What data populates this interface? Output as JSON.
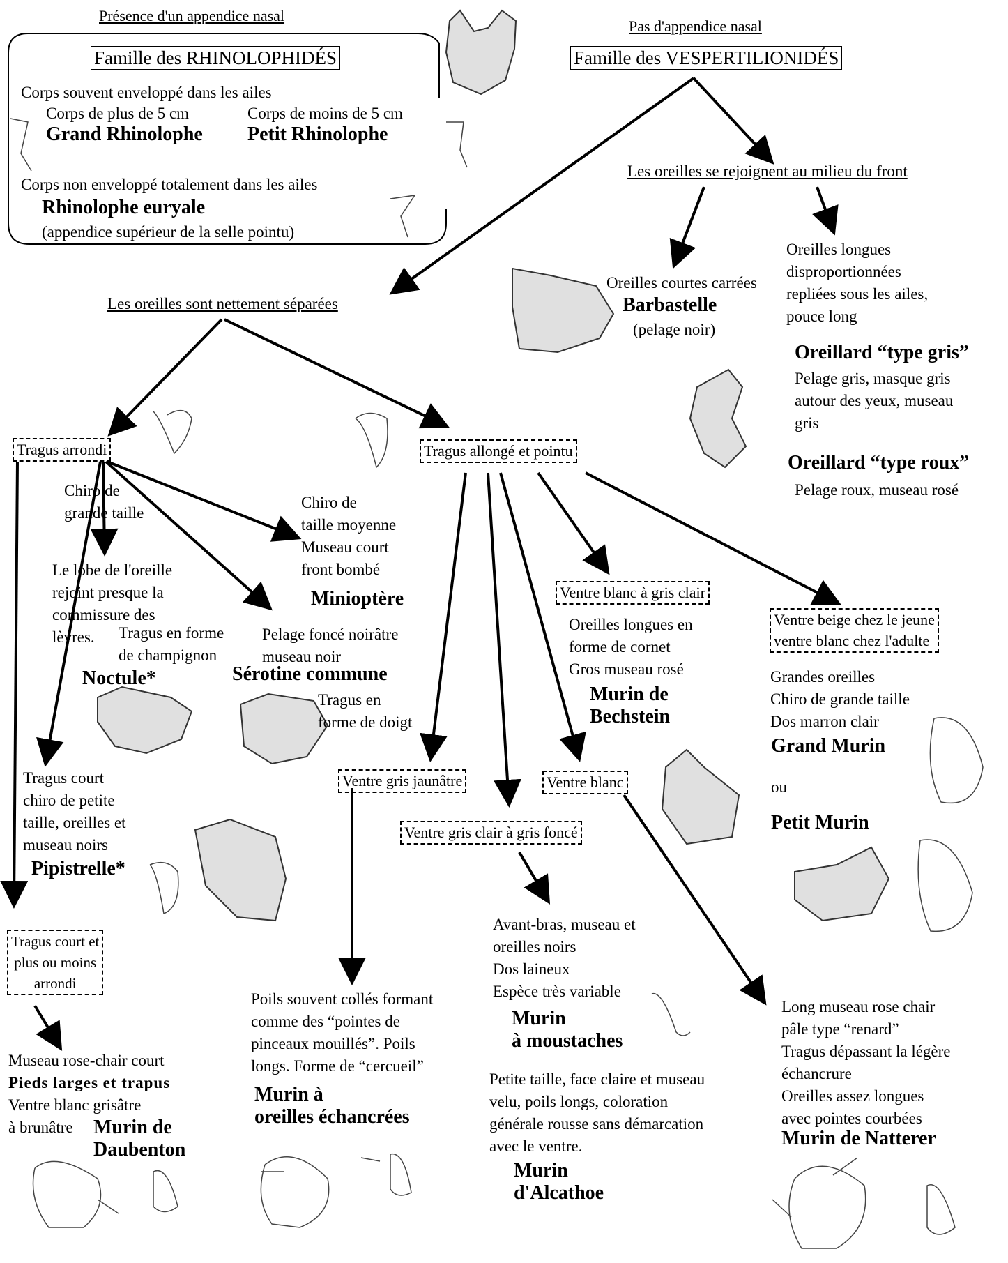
{
  "rhinolophides": {
    "header": "Présence d'un appendice nasal",
    "family": "Famille des RHINOLOPHIDÉS",
    "enveloped": "Corps souvent enveloppé dans les ailes",
    "over5": "Corps de plus de 5 cm",
    "under5": "Corps de moins de 5 cm",
    "grand": "Grand Rhinolophe",
    "petit": "Petit Rhinolophe",
    "not_enveloped": "Corps non enveloppé totalement dans les ailes",
    "euryale": "Rhinolophe euryale",
    "euryale_note": "(appendice supérieur de la selle pointu)"
  },
  "vespertilionides": {
    "header": "Pas d'appendice nasal",
    "family": "Famille des VESPERTILIONIDÉS",
    "joined": "Les oreilles se rejoignent au milieu du front",
    "separated": "Les oreilles sont nettement séparées"
  },
  "joined_branch": {
    "short_ears": "Oreilles courtes carrées",
    "barbastelle": "Barbastelle",
    "barbastelle_note": "(pelage noir)",
    "long_ears": "Oreilles longues\ndisproportionnées\nrepliées sous les ailes,\npouce long",
    "gris": "Oreillard “type gris”",
    "gris_desc": "Pelage gris, masque gris\nautour des yeux, museau\ngris",
    "roux": "Oreillard “type roux”",
    "roux_desc": "Pelage roux, museau rosé"
  },
  "tragus_arrondi": {
    "label": "Tragus arrondi",
    "grande_taille": "Chiro de\ngrande taille",
    "lobe": "Le lobe de l'oreille\nrejoint presque la\ncommissure des\nlèvres.",
    "champignon": "Tragus en forme\nde champignon",
    "noctule": "Noctule*",
    "moyenne": "Chiro de\ntaille moyenne\nMuseau court\nfront bombé",
    "minioptere": "Minioptère",
    "pelage_fonce": "Pelage foncé noirâtre\nmuseau noir",
    "serotine": "Sérotine commune",
    "doigt": "Tragus en\nforme de doigt",
    "court": "Tragus court\nchiro de petite\ntaille, oreilles et\nmuseau noirs",
    "pipistrelle": "Pipistrelle*",
    "court_arrondi": "Tragus court et\nplus ou moins\narrondi",
    "daubenton_desc": "Museau rose-chair court",
    "daubenton_feet": "Pieds larges et trapus",
    "daubenton_belly": "Ventre blanc grisâtre\nà brunâtre",
    "daubenton": "Murin de\nDaubenton"
  },
  "tragus_pointu": {
    "label": "Tragus allongé et pointu",
    "jaunatre": "Ventre gris jaunâtre",
    "gris_clair_fonce": "Ventre gris clair à gris foncé",
    "blanc": "Ventre blanc",
    "blanc_gris": "Ventre blanc à gris clair",
    "beige": "Ventre beige chez le jeune\nventre blanc chez l'adulte",
    "bechstein_desc": "Oreilles longues en\nforme de cornet\nGros museau rosé",
    "bechstein": "Murin de\nBechstein",
    "grand_desc": "Grandes oreilles\nChiro de grande taille\nDos marron clair",
    "grand_murin": "Grand Murin",
    "ou": "ou",
    "petit_murin": "Petit Murin",
    "echancrees_desc": "Poils souvent collés formant\ncomme des “pointes de\npinceaux mouillés”. Poils\nlongs. Forme de “cercueil”",
    "echancrees": "Murin à\noreilles échancrées",
    "moustaches_desc": "Avant-bras, museau et\noreilles noirs\nDos laineux\nEspèce très variable",
    "moustaches": "Murin\nà moustaches",
    "alcathoe_desc": "Petite taille, face claire et museau\nvelu, poils longs, coloration\ngénérale rousse sans démarcation\navec le ventre.",
    "alcathoe": "Murin\nd'Alcathoe",
    "natterer_desc": "Long museau rose chair\npâle type “renard”\nTragus dépassant la légère\néchancrure\nOreilles assez longues\navec pointes courbées",
    "natterer": "Murin de Natterer"
  },
  "icons": [
    "bat-face-drawing",
    "bat-ear-sketch",
    "tragus-sketch"
  ]
}
